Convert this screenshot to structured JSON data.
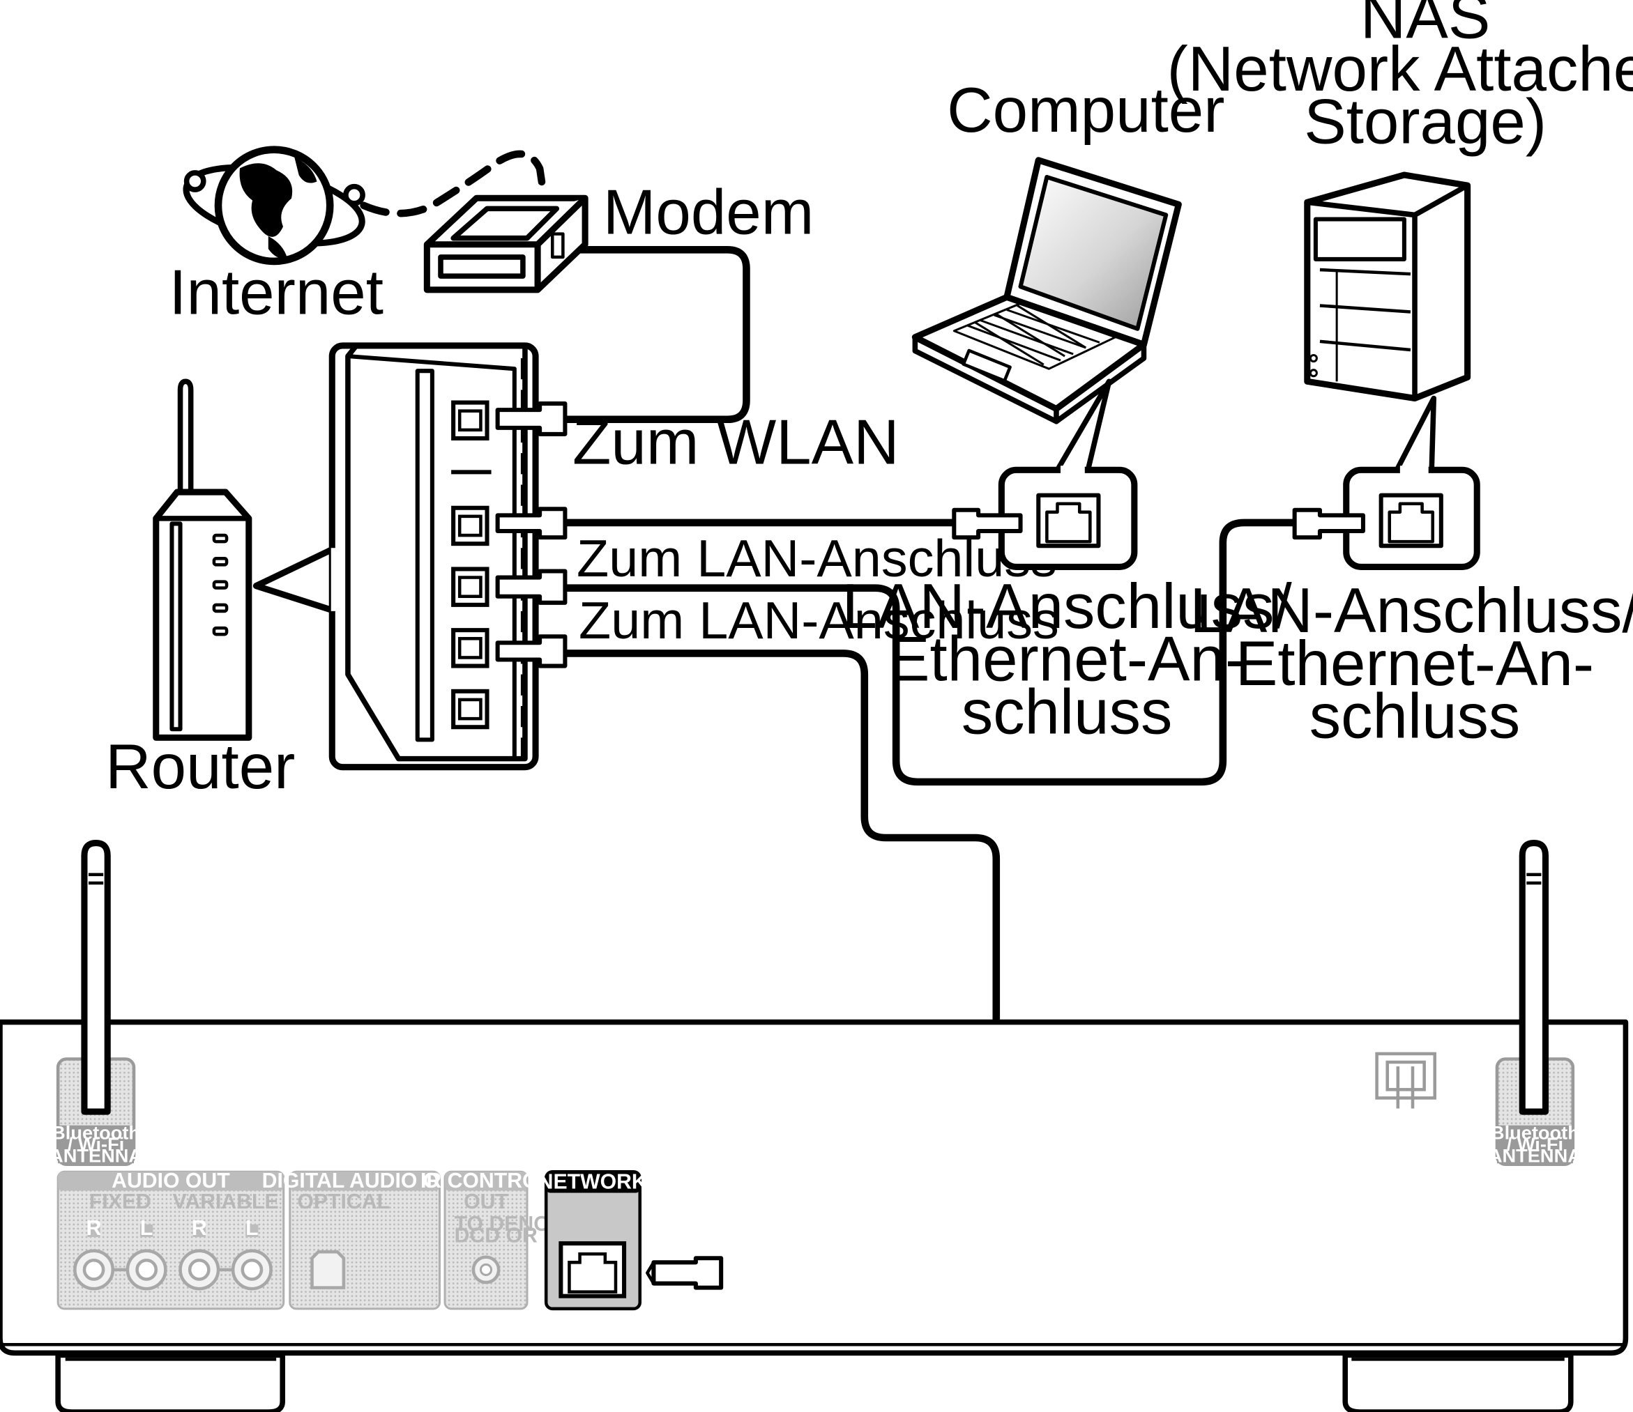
{
  "labels": {
    "nas": "NAS",
    "nas_full_1": "(Network Attached",
    "nas_full_2": "Storage)",
    "computer": "Computer",
    "modem": "Modem",
    "internet": "Internet",
    "router": "Router",
    "to_wlan": "Zum WLAN",
    "to_lan_1": "Zum LAN-Anschluss",
    "to_lan_2": "Zum LAN-Anschluss",
    "computer_port_1": "LAN-Anschluss/",
    "computer_port_2": "Ethernet-An-",
    "computer_port_3": "schluss",
    "nas_port_1": "LAN-Anschluss/",
    "nas_port_2": "Ethernet-An-",
    "nas_port_3": "schluss"
  },
  "panel": {
    "antenna_left_1": "Bluetooth",
    "antenna_left_2": "/ Wi-Fi",
    "antenna_left_3": "ANTENNA",
    "antenna_right_1": "Bluetooth",
    "antenna_right_2": "/ Wi-Fi",
    "antenna_right_3": "ANTENNA",
    "audio_out": "AUDIO OUT",
    "fixed": "FIXED",
    "variable": "VARIABLE",
    "r1": "R",
    "l1": "L",
    "r2": "R",
    "l2": "L",
    "digital_audio_out": "DIGITAL AUDIO OUT",
    "optical": "OPTICAL",
    "ir_control": "IR CONTROL",
    "out": "OUT",
    "to_denon_1": "TO DENON",
    "to_denon_2": "DCD OR PMA",
    "network": "NETWORK"
  }
}
